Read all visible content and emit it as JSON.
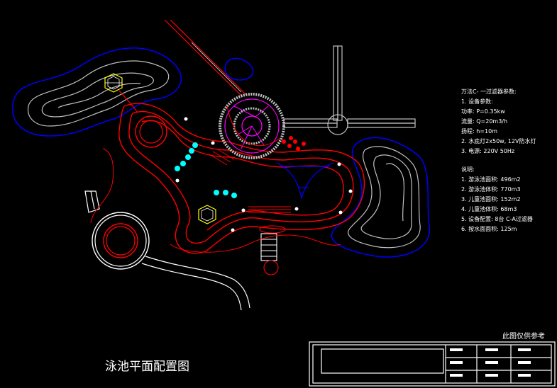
{
  "drawing": {
    "title": "泳池平面配置图",
    "reference_note": "此图仅供参考"
  },
  "colors": {
    "background": "#000000",
    "pool_edge": "#ff0000",
    "water_outline": "#0000ff",
    "path": "#ffffff",
    "grey_lines": "#c0c0c0",
    "magenta": "#ff00ff",
    "cyan": "#00ffff",
    "yellow": "#ffff00"
  },
  "specs": {
    "heading": "万法C- 一过滤器参数:",
    "lines": [
      "1. 设备参数:",
      "   功率: P=0.35kw",
      "   流量: Q=20m3/h",
      "   扬程: h=10m",
      "2. 水底灯2x50w, 12V防水灯",
      "3. 电源: 220V  50Hz"
    ]
  },
  "notes": {
    "heading": "说明:",
    "lines": [
      "1. 游泳池面积: 496m2",
      "2. 游泳池体积: 770m3",
      "3. 儿童池面积: 152m2",
      "4. 儿童池体积: 68m3",
      "5. 设备配置: 8台 C-A过滤器",
      "6. 按水面面积: 125m"
    ]
  }
}
